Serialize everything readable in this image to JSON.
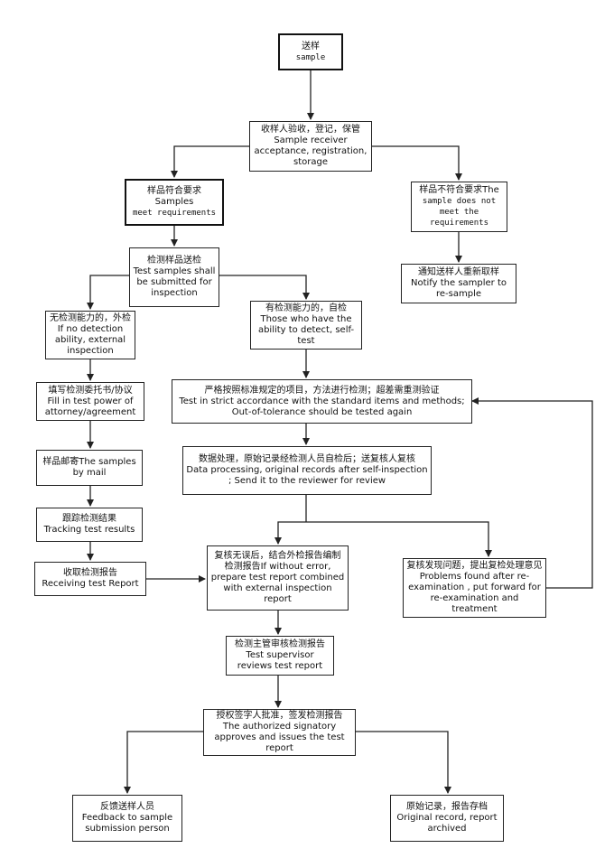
{
  "nodes": {
    "send": {
      "zh": "送样",
      "en": "sample"
    },
    "receive": {
      "zh": "收样人验收，登记，保管",
      "en": "Sample receiver acceptance, registration, storage"
    },
    "meet": {
      "zh": "样品符合要求Samples",
      "en": "meet requirements"
    },
    "notmeet": {
      "zh": "样品不符合要求The",
      "en": "sample does not meet the requirements"
    },
    "notify": {
      "zh": "通知送样人重新取样",
      "en": "Notify the sampler to re-sample"
    },
    "submit": {
      "zh": "检测样品送检",
      "en": "Test samples shall be submitted for inspection"
    },
    "noability": {
      "zh": "无检测能力的，外检",
      "en": "If no detection ability, external inspection"
    },
    "hasability": {
      "zh": "有检测能力的，自检",
      "en": "Those who have the ability to detect, self-test"
    },
    "strict": {
      "zh": "严格按照标准规定的项目，方法进行检测；超差需重测验证",
      "en": "Test in strict accordance with the standard items and methods; Out-of-tolerance should be tested again"
    },
    "fill": {
      "zh": "填写检测委托书/协议",
      "en": "Fill in test power of attorney/agreement"
    },
    "dataproc": {
      "zh": "数据处理，原始记录经检测人员自检后；送复核人复核",
      "en": "Data processing, original records after self-inspection ; Send it to the reviewer for review"
    },
    "mail": {
      "zh": "样品邮寄The samples",
      "en": "by mail"
    },
    "track": {
      "zh": "跟踪检测结果",
      "en": "Tracking test results"
    },
    "receiving": {
      "zh": "收取检测报告",
      "en": "Receiving test Report"
    },
    "compile": {
      "zh": "复核无误后，结合外检报告编制检测报告If without error,",
      "en": "prepare test report combined with external inspection report"
    },
    "problems": {
      "zh": "复核发现问题，提出复检处理意见",
      "en": "Problems found after re-examination , put forward for re-examination and treatment"
    },
    "supervisor": {
      "zh": "检测主管审核检测报告",
      "en": "Test supervisor reviews test report"
    },
    "authorized": {
      "zh": "授权签字人批准，签发检测报告",
      "en": "The authorized signatory approves and issues the test report"
    },
    "feedback": {
      "zh": "反馈送样人员",
      "en": "Feedback to sample submission person"
    },
    "archive": {
      "zh": "原始记录，报告存档",
      "en": "Original record, report archived"
    }
  }
}
